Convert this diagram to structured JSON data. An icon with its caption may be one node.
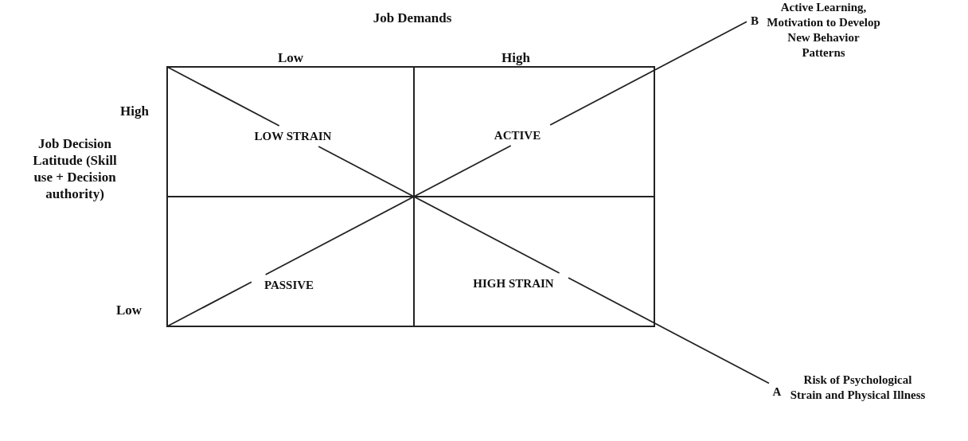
{
  "diagram": {
    "nodes": [
      {
        "text": [
          "B"
        ],
        "beside": [
          "Active Learning, Motivation to Develop New Behavior Patterns"
        ]
      },
      {
        "text": [
          "LOW STRAIN"
        ]
      },
      {
        "text": [
          "ACTIVE"
        ]
      },
      {
        "text": [
          "PASSIVE"
        ]
      },
      {
        "text": [
          "HIGH STRAIN"
        ]
      },
      {
        "text": [
          "A"
        ],
        "beside": [
          "Risk of Psychological Strain and Physical Illness"
        ]
      }
    ],
    "edges": [
      {
        "from": null,
        "to": 1,
        "arrow": "none"
      },
      {
        "from": 1,
        "to": 4,
        "arrow": "none"
      },
      {
        "from": 4,
        "to": 5,
        "arrow": "none"
      },
      {
        "from": null,
        "to": 3,
        "arrow": "none"
      },
      {
        "from": 3,
        "to": 2,
        "arrow": "none"
      },
      {
        "from": 2,
        "to": 0,
        "arrow": "none"
      }
    ],
    "labels": [
      "Job Demands",
      "Low",
      "High",
      "High",
      "Job Decision Latitude (Skill use + Decision authority)",
      "Low"
    ]
  }
}
